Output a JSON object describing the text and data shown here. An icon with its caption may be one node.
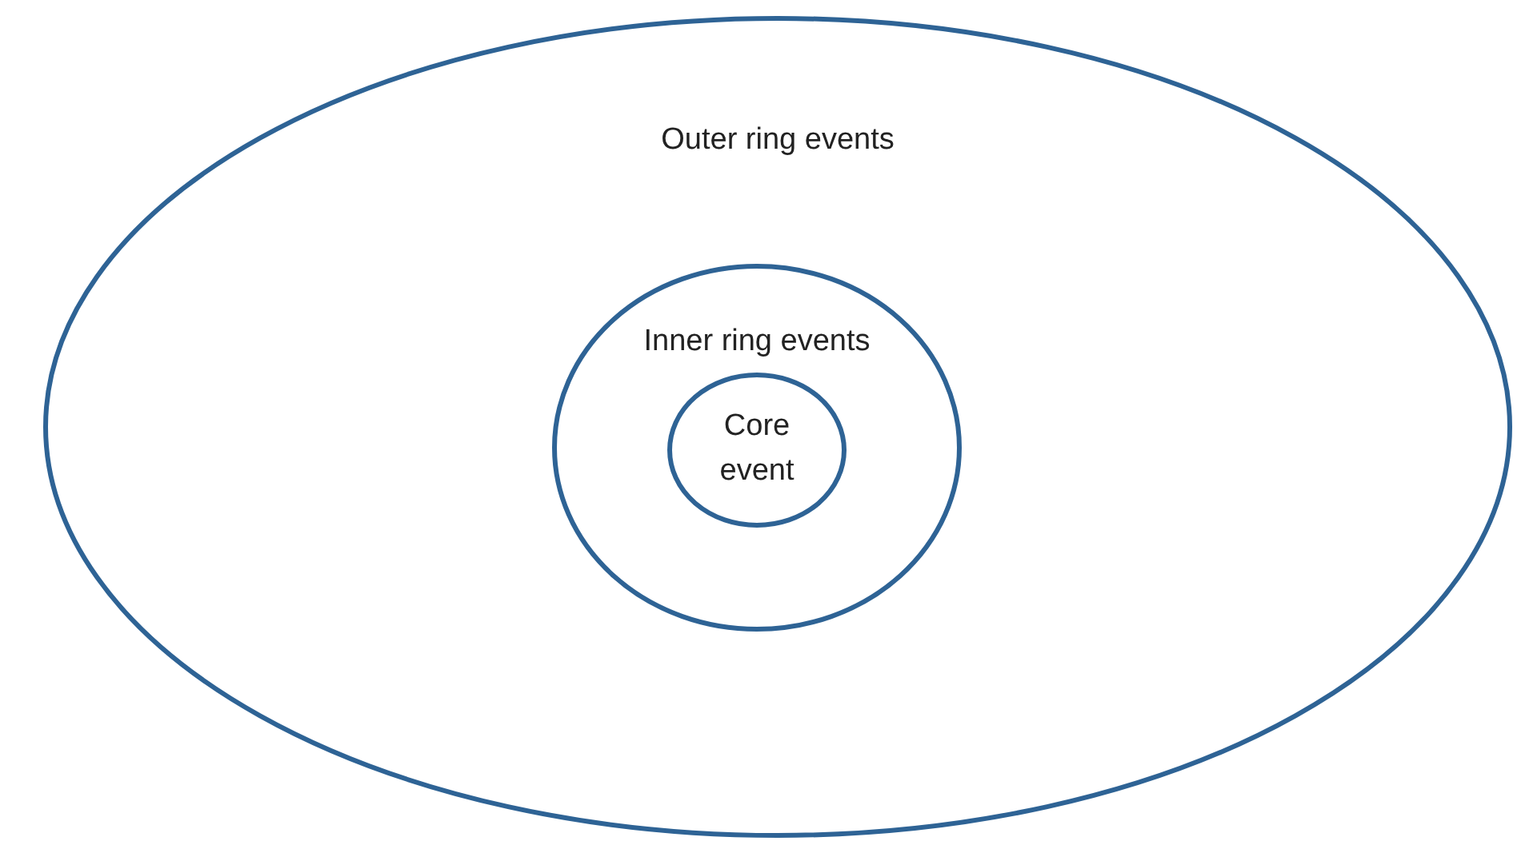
{
  "diagram": {
    "nodes": [
      {
        "text": [
          "Outer ring events"
        ]
      },
      {
        "text": [
          "Inner ring events"
        ],
        "in": 0
      },
      {
        "text": [
          "Core event"
        ],
        "in": 1
      }
    ]
  }
}
